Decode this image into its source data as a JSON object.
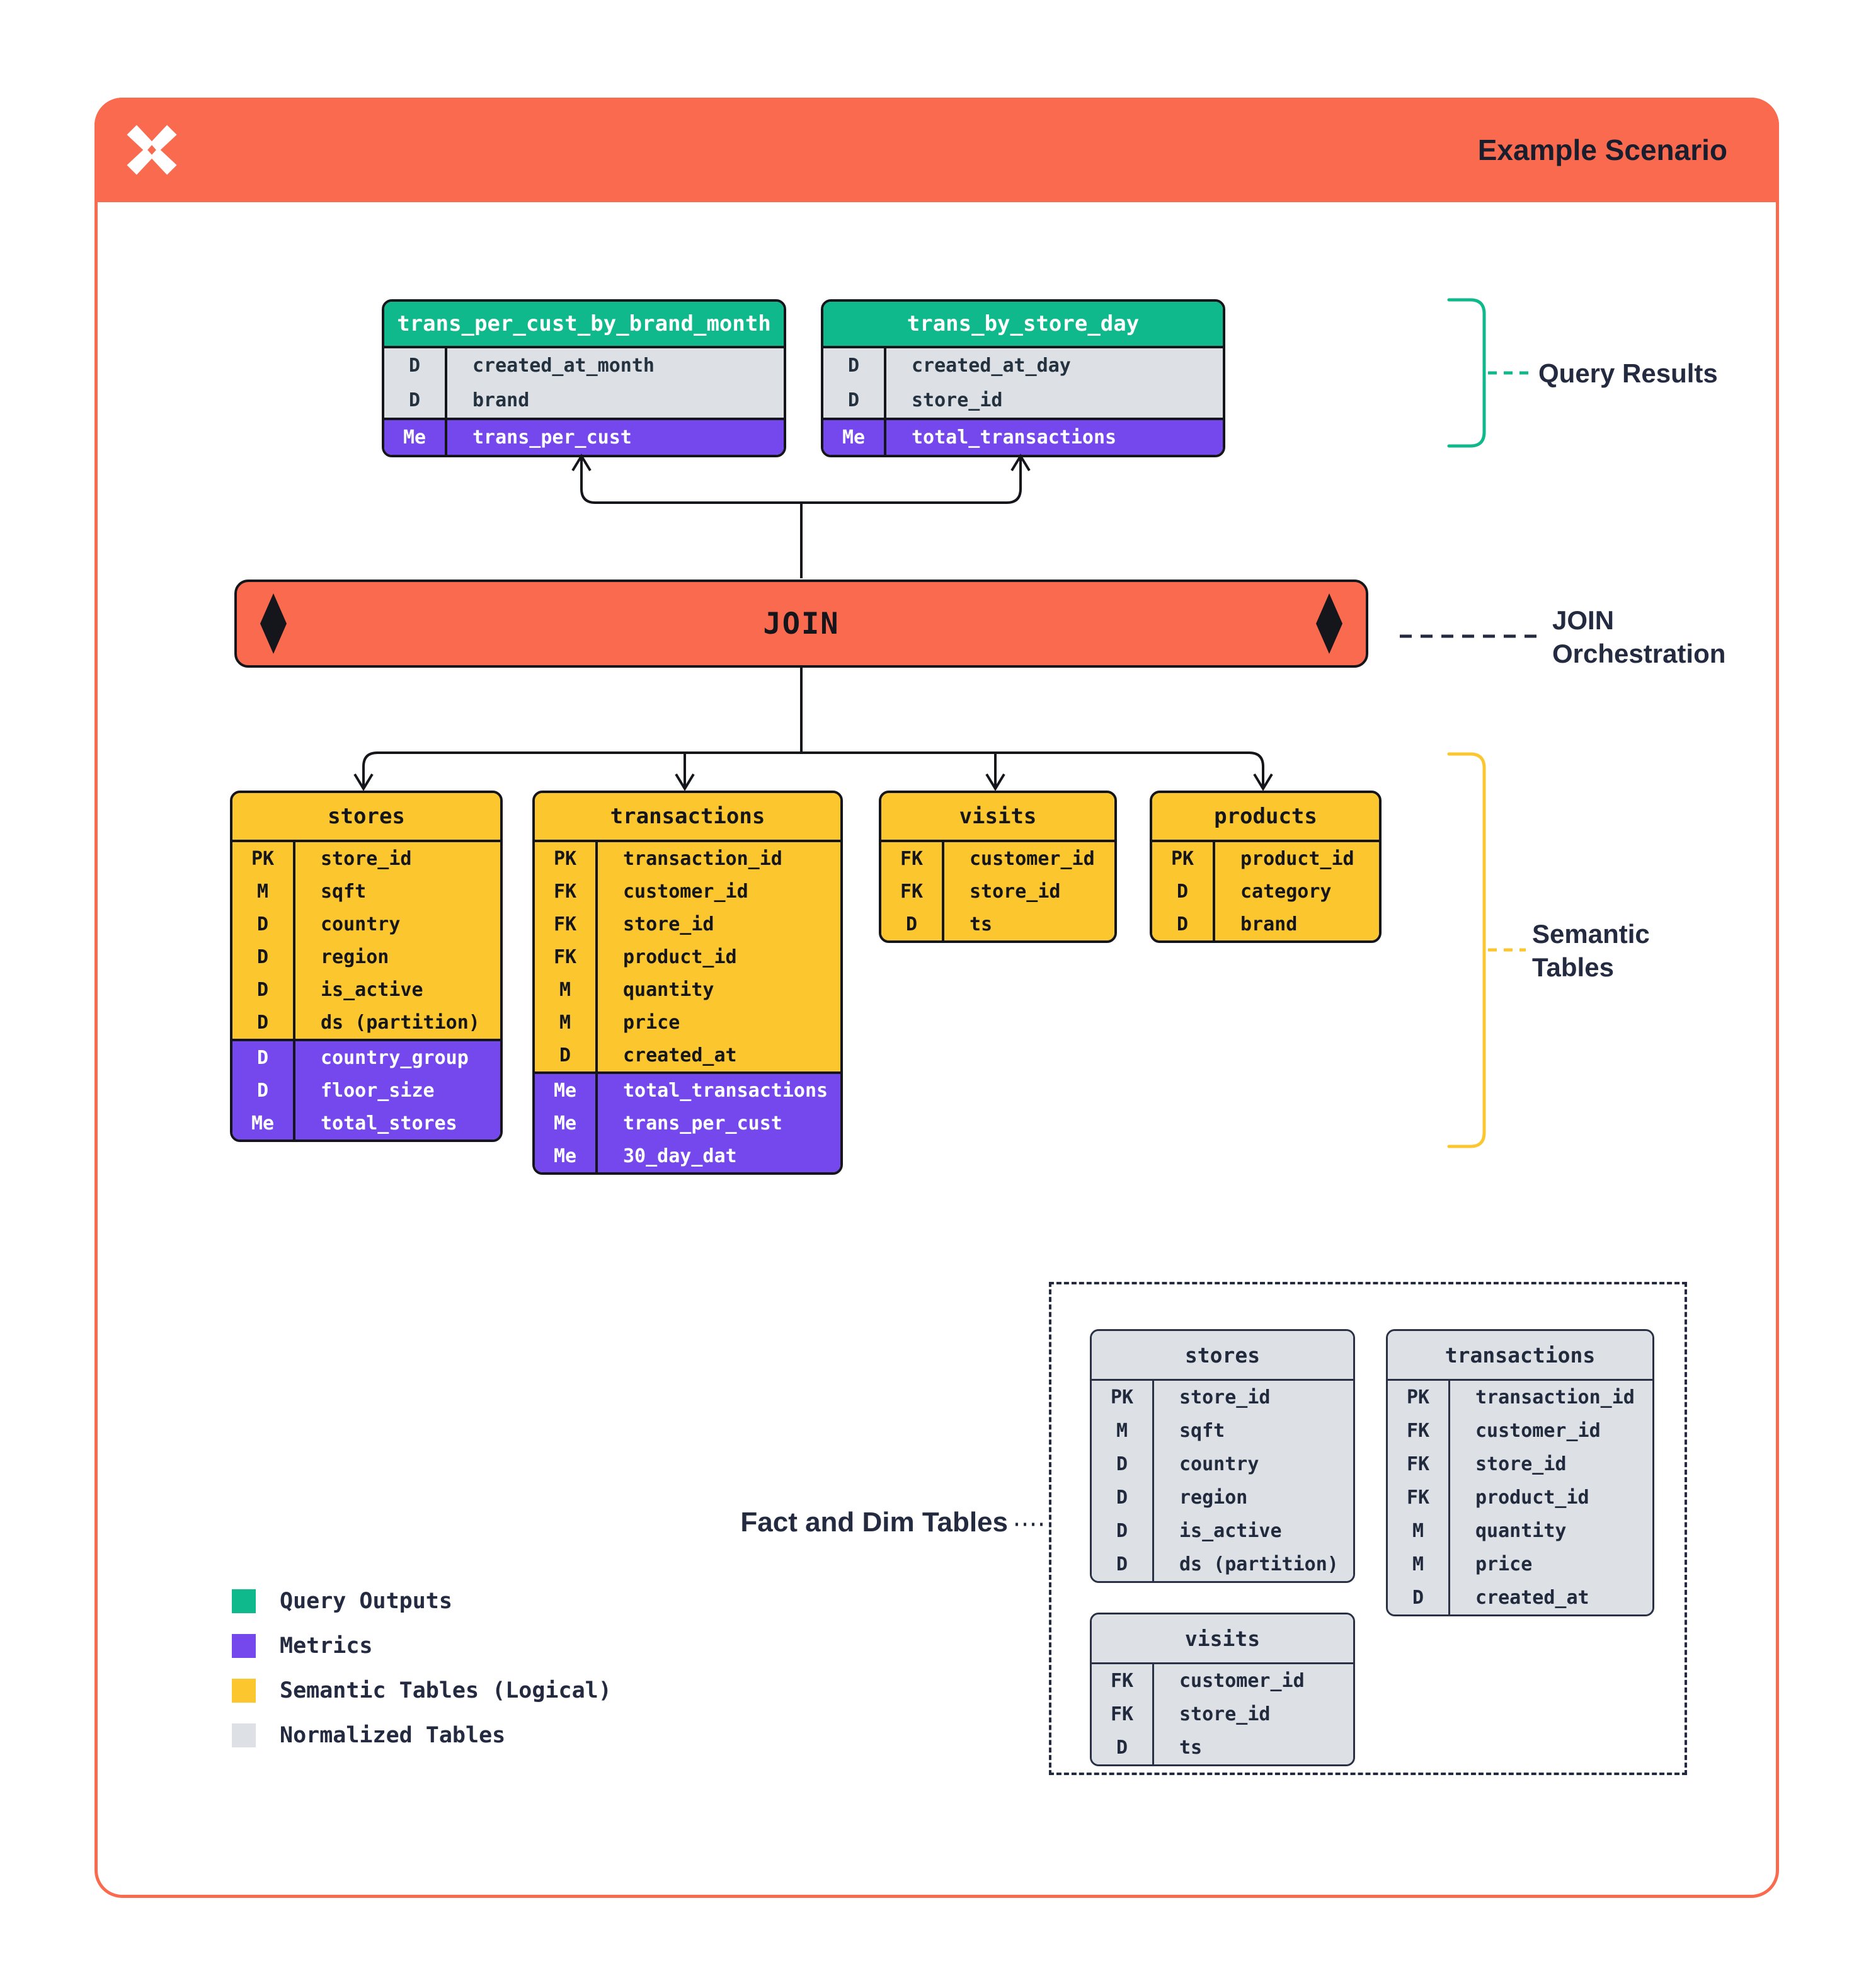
{
  "header": {
    "title": "Example Scenario"
  },
  "join": {
    "label": "JOIN"
  },
  "annotations": {
    "query_results": "Query Results",
    "join_orchestration_line1": "JOIN",
    "join_orchestration_line2": "Orchestration",
    "semantic_tables_line1": "Semantic",
    "semantic_tables_line2": "Tables",
    "fact_dim": "Fact and Dim Tables"
  },
  "query_results": {
    "tables": [
      {
        "title": "trans_per_cust_by_brand_month",
        "dims": [
          {
            "badge": "D",
            "name": "created_at_month"
          },
          {
            "badge": "D",
            "name": "brand"
          }
        ],
        "metrics": [
          {
            "badge": "Me",
            "name": "trans_per_cust"
          }
        ]
      },
      {
        "title": "trans_by_store_day",
        "dims": [
          {
            "badge": "D",
            "name": "created_at_day"
          },
          {
            "badge": "D",
            "name": "store_id"
          }
        ],
        "metrics": [
          {
            "badge": "Me",
            "name": "total_transactions"
          }
        ]
      }
    ]
  },
  "semantic": {
    "tables": [
      {
        "title": "stores",
        "fields": [
          {
            "badge": "PK",
            "name": "store_id"
          },
          {
            "badge": "M",
            "name": "sqft"
          },
          {
            "badge": "D",
            "name": "country"
          },
          {
            "badge": "D",
            "name": "region"
          },
          {
            "badge": "D",
            "name": "is_active"
          },
          {
            "badge": "D",
            "name": "ds (partition)"
          }
        ],
        "metrics": [
          {
            "badge": "D",
            "name": "country_group"
          },
          {
            "badge": "D",
            "name": "floor_size"
          },
          {
            "badge": "Me",
            "name": "total_stores"
          }
        ]
      },
      {
        "title": "transactions",
        "fields": [
          {
            "badge": "PK",
            "name": "transaction_id"
          },
          {
            "badge": "FK",
            "name": "customer_id"
          },
          {
            "badge": "FK",
            "name": "store_id"
          },
          {
            "badge": "FK",
            "name": "product_id"
          },
          {
            "badge": "M",
            "name": "quantity"
          },
          {
            "badge": "M",
            "name": "price"
          },
          {
            "badge": "D",
            "name": "created_at"
          }
        ],
        "metrics": [
          {
            "badge": "Me",
            "name": "total_transactions"
          },
          {
            "badge": "Me",
            "name": "trans_per_cust"
          },
          {
            "badge": "Me",
            "name": "30_day_dat"
          }
        ]
      },
      {
        "title": "visits",
        "fields": [
          {
            "badge": "FK",
            "name": "customer_id"
          },
          {
            "badge": "FK",
            "name": "store_id"
          },
          {
            "badge": "D",
            "name": "ts"
          }
        ]
      },
      {
        "title": "products",
        "fields": [
          {
            "badge": "PK",
            "name": "product_id"
          },
          {
            "badge": "D",
            "name": "category"
          },
          {
            "badge": "D",
            "name": "brand"
          }
        ]
      }
    ]
  },
  "fact_dim": {
    "tables": [
      {
        "title": "stores",
        "fields": [
          {
            "badge": "PK",
            "name": "store_id"
          },
          {
            "badge": "M",
            "name": "sqft"
          },
          {
            "badge": "D",
            "name": "country"
          },
          {
            "badge": "D",
            "name": "region"
          },
          {
            "badge": "D",
            "name": "is_active"
          },
          {
            "badge": "D",
            "name": "ds (partition)"
          }
        ]
      },
      {
        "title": "transactions",
        "fields": [
          {
            "badge": "PK",
            "name": "transaction_id"
          },
          {
            "badge": "FK",
            "name": "customer_id"
          },
          {
            "badge": "FK",
            "name": "store_id"
          },
          {
            "badge": "FK",
            "name": "product_id"
          },
          {
            "badge": "M",
            "name": "quantity"
          },
          {
            "badge": "M",
            "name": "price"
          },
          {
            "badge": "D",
            "name": "created_at"
          }
        ]
      },
      {
        "title": "visits",
        "fields": [
          {
            "badge": "FK",
            "name": "customer_id"
          },
          {
            "badge": "FK",
            "name": "store_id"
          },
          {
            "badge": "D",
            "name": "ts"
          }
        ]
      }
    ]
  },
  "legend": {
    "items": [
      {
        "label": "Query Outputs",
        "color": "#10b98b"
      },
      {
        "label": "Metrics",
        "color": "#7448ec"
      },
      {
        "label": "Semantic Tables (Logical)",
        "color": "#fcc62f"
      },
      {
        "label": "Normalized Tables",
        "color": "#dde1e6"
      }
    ]
  },
  "colors": {
    "accent_orange": "#fa6a4e",
    "query_output_green": "#10b98b",
    "metric_purple": "#7448ec",
    "semantic_yellow": "#fcc62f",
    "normalized_gray": "#dde1e6",
    "ink_navy": "#242b40",
    "line_black": "#15161c"
  },
  "icons": {
    "logo": "x-star-logo",
    "join_diamond": "diamond"
  }
}
